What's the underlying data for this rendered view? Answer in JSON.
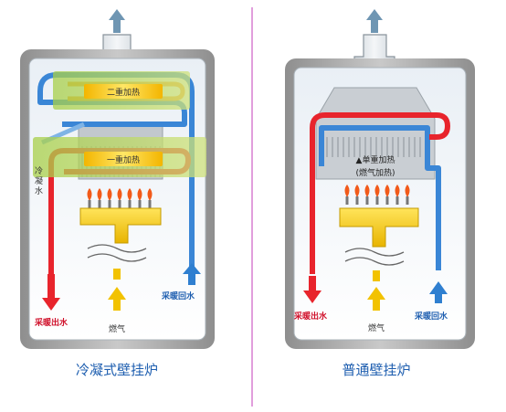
{
  "left": {
    "caption": "冷凝式壁挂炉",
    "secondary_heat": "二重加热",
    "primary_heat": "一重加热",
    "condensate": "冷凝水",
    "heating_out": "采暖出水",
    "heating_return": "采暖回水",
    "gas": "燃气"
  },
  "right": {
    "caption": "普通壁挂炉",
    "single_heat": "单重加热",
    "gas_note": "(燃气加热)",
    "heating_out": "采暖出水",
    "heating_return": "采暖回水",
    "gas": "燃气"
  },
  "colors": {
    "hot": "#e8242c",
    "cold": "#2f7fd0",
    "exhaust": "#6f96b3",
    "gas_flow": "#e8b400",
    "accent_text": "#1f5fb0",
    "divider": "#d77fd0"
  }
}
